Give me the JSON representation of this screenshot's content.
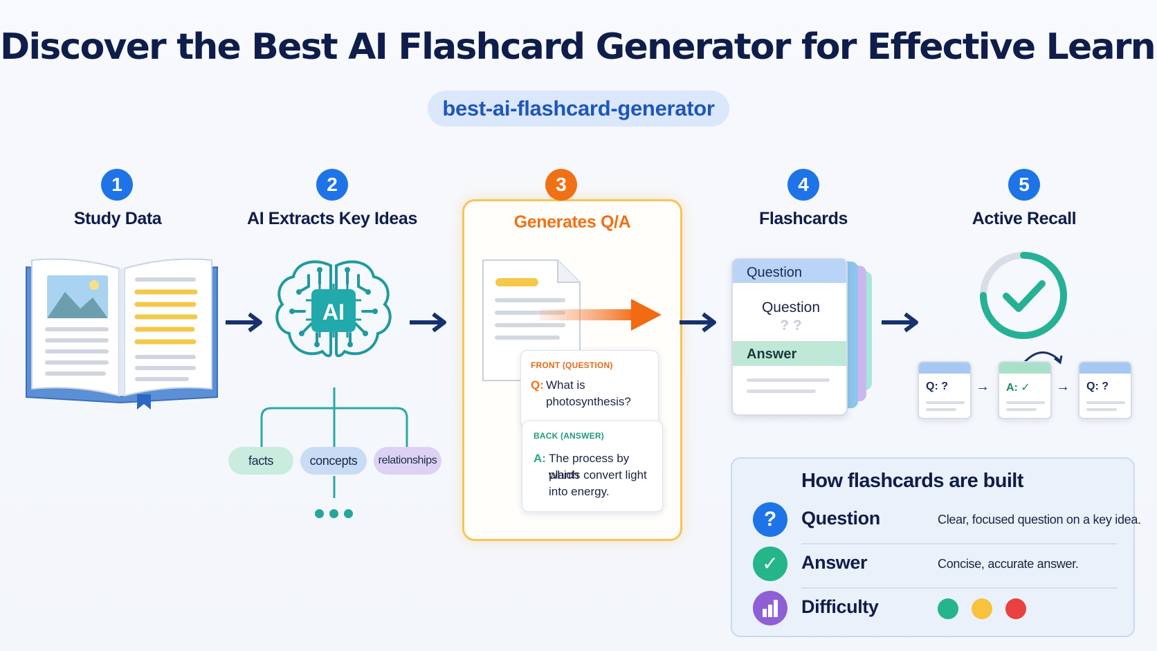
{
  "header": {
    "title": "Discover the Best AI Flashcard Generator for Effective Learning",
    "slug": "best-ai-flashcard-generator"
  },
  "steps": [
    {
      "number": "1",
      "label": "Study Data"
    },
    {
      "number": "2",
      "label": "AI Extracts Key Ideas"
    },
    {
      "number": "3",
      "label": "Generates Q/A"
    },
    {
      "number": "4",
      "label": "Flashcards"
    },
    {
      "number": "5",
      "label": "Active Recall"
    }
  ],
  "extract": {
    "chip": "AI",
    "pills": [
      "facts",
      "concepts",
      "relationships"
    ]
  },
  "generate": {
    "front_tag": "FRONT (QUESTION)",
    "q_prefix": "Q:",
    "question_lines": [
      "What is",
      "photosynthesis?"
    ],
    "back_tag": "BACK (ANSWER)",
    "a_prefix": "A:",
    "answer_lines": [
      "The process by which",
      "plants convert light",
      "into energy."
    ]
  },
  "flashcard": {
    "header": "Question",
    "question": "Question",
    "marks": "? ?",
    "answer": "Answer"
  },
  "recall": {
    "cards": [
      "Q: ?",
      "A: ✓",
      "Q: ?"
    ]
  },
  "legend": {
    "title": "How flashcards are built",
    "rows": [
      {
        "icon": "?",
        "name": "Question",
        "desc": "Clear, focused question on a key idea."
      },
      {
        "icon": "✓",
        "name": "Answer",
        "desc": "Concise, accurate answer."
      },
      {
        "name": "Difficulty"
      }
    ]
  },
  "colors": {
    "navy": "#0f1d4a",
    "blue": "#1e74e6",
    "orange": "#f07115",
    "teal": "#26a69a",
    "yellow": "#f6c45a",
    "difficulty_easy": "#26b58a",
    "difficulty_medium": "#f7c33c",
    "difficulty_hard": "#ea4040"
  }
}
